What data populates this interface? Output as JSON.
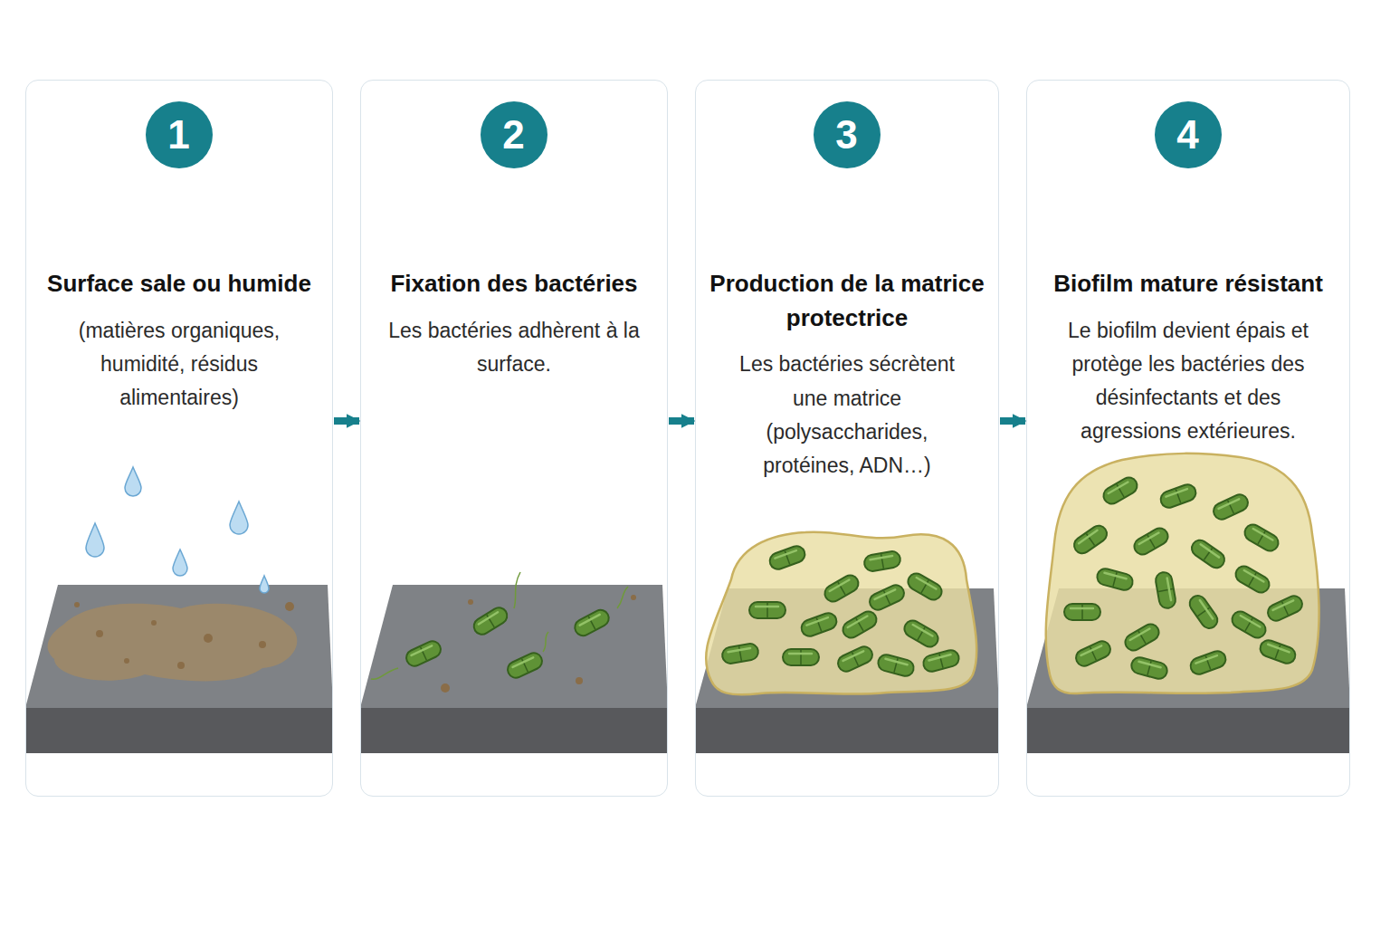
{
  "diagram": {
    "nodes": [
      {
        "text": [
          "Surface sale ou humide",
          "(matières organiques, humidité, résidus alimentaires)"
        ]
      },
      {
        "text": [
          "1"
        ],
        "in": 0
      },
      {
        "text": [
          "Fixation des bactéries",
          "Les bactéries adhèrent à la surface."
        ]
      },
      {
        "text": [
          "2"
        ],
        "in": 2
      },
      {
        "text": [
          "Production de la matrice protectrice",
          "Les bactéries sécrètent une matrice (polysaccharides, protéines, ADN…)"
        ]
      },
      {
        "text": [
          "3"
        ],
        "in": 4
      },
      {
        "text": [
          "Biofilm mature résistant",
          "Le biofilm devient épais et protège les bactéries des désinfectants et des agressions extérieures."
        ]
      },
      {
        "text": [
          "4"
        ],
        "in": 6
      }
    ],
    "edges": [
      {
        "from": 0,
        "to": 2,
        "arrow": "to"
      },
      {
        "from": 2,
        "to": 4,
        "arrow": "to"
      },
      {
        "from": 4,
        "to": 6,
        "arrow": "to"
      }
    ]
  }
}
